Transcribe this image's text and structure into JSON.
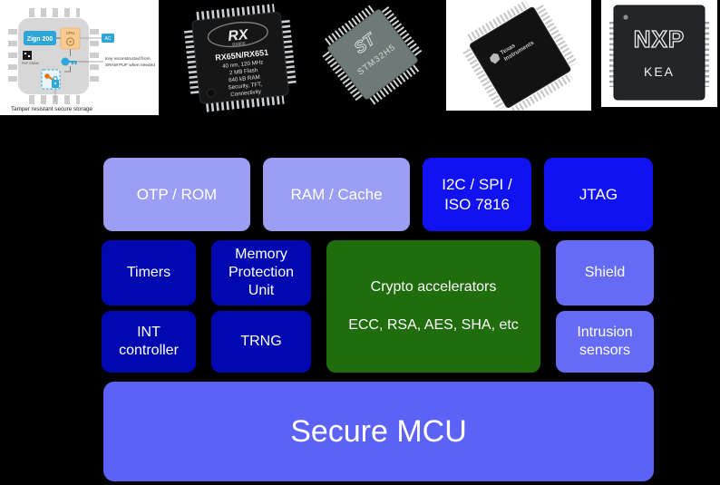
{
  "colors": {
    "page_bg": "#000000",
    "light_periwinkle": "#9b9ef2",
    "bright_blue": "#1012f2",
    "dark_blue": "#0009b0",
    "green": "#1f6d0d",
    "periwinkle": "#666bf5",
    "mcu_purple": "#5d62f6",
    "block_text": "#ffffff"
  },
  "chips": {
    "zign": {
      "chip_label": "Zign 200",
      "cpu_label": "CPU",
      "ac_label": "AC",
      "puf_label": "PUF SRAM",
      "key_note_line1": "Key reconstructed from",
      "key_note_line2": "SRAM PUF when needed",
      "caption": "Tamper resistant secure storage"
    },
    "renesas": {
      "logo": "RX",
      "logo_sub": "RX600",
      "part": "RX65N/RX651",
      "spec1": "40 nm, 120 MHz",
      "spec2": "2 MB Flash",
      "spec3": "640 kB RAM",
      "spec4": "Security, TFT,",
      "spec5": "Connectivity"
    },
    "st": {
      "logo": "ST",
      "part": "STM32H5"
    },
    "ti": {
      "brand_line1": "Texas",
      "brand_line2": "Instruments"
    },
    "nxp": {
      "logo": "NXP",
      "part": "KEA"
    }
  },
  "diagram": {
    "blocks": [
      {
        "label": "OTP / ROM"
      },
      {
        "label": "RAM / Cache"
      },
      {
        "label": "I2C / SPI / ISO 7816"
      },
      {
        "label": "JTAG"
      },
      {
        "label": "Timers"
      },
      {
        "label": "Memory Protection Unit"
      },
      {
        "label": "Crypto accelerators",
        "sublabel": "ECC, RSA, AES, SHA, etc"
      },
      {
        "label": "Shield"
      },
      {
        "label": "INT controller"
      },
      {
        "label": "TRNG"
      },
      {
        "label": "Intrusion sensors"
      },
      {
        "label": "Secure MCU"
      }
    ]
  }
}
